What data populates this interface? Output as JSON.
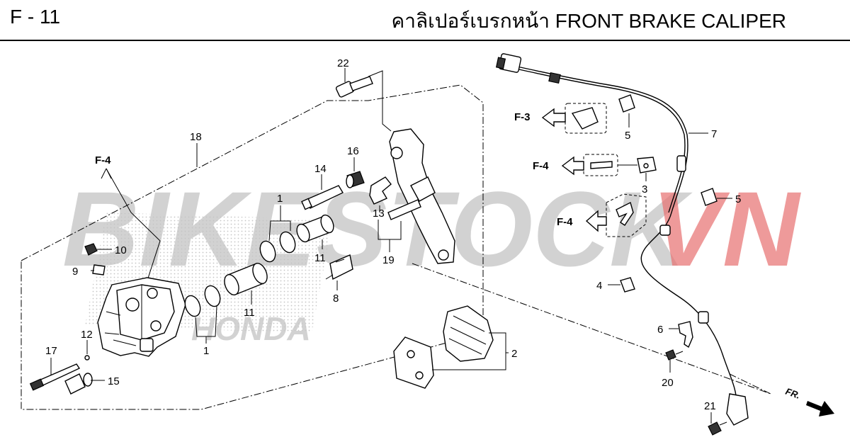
{
  "header": {
    "page_code": "F - 11",
    "title": "คาลิเปอร์เบรกหน้า  FRONT BRAKE CALIPER"
  },
  "watermark": {
    "text": "BIKESTOCK",
    "accent": "VN",
    "brand": "HONDA",
    "color_gray": "#bdbdbd",
    "color_red": "#e87070"
  },
  "refs": {
    "f4_left": "F-4",
    "f3": "F-3",
    "f4_a": "F-4",
    "f4_b": "F-4",
    "front": "FR."
  },
  "callouts": {
    "c1a": "1",
    "c1b": "1",
    "c2": "2",
    "c3": "3",
    "c4": "4",
    "c5a": "5",
    "c5b": "5",
    "c6": "6",
    "c7": "7",
    "c8": "8",
    "c9": "9",
    "c10": "10",
    "c11a": "11",
    "c11b": "11",
    "c12": "12",
    "c13": "13",
    "c14": "14",
    "c15": "15",
    "c16": "16",
    "c17": "17",
    "c18": "18",
    "c19": "19",
    "c20": "20",
    "c21": "21",
    "c22": "22"
  }
}
